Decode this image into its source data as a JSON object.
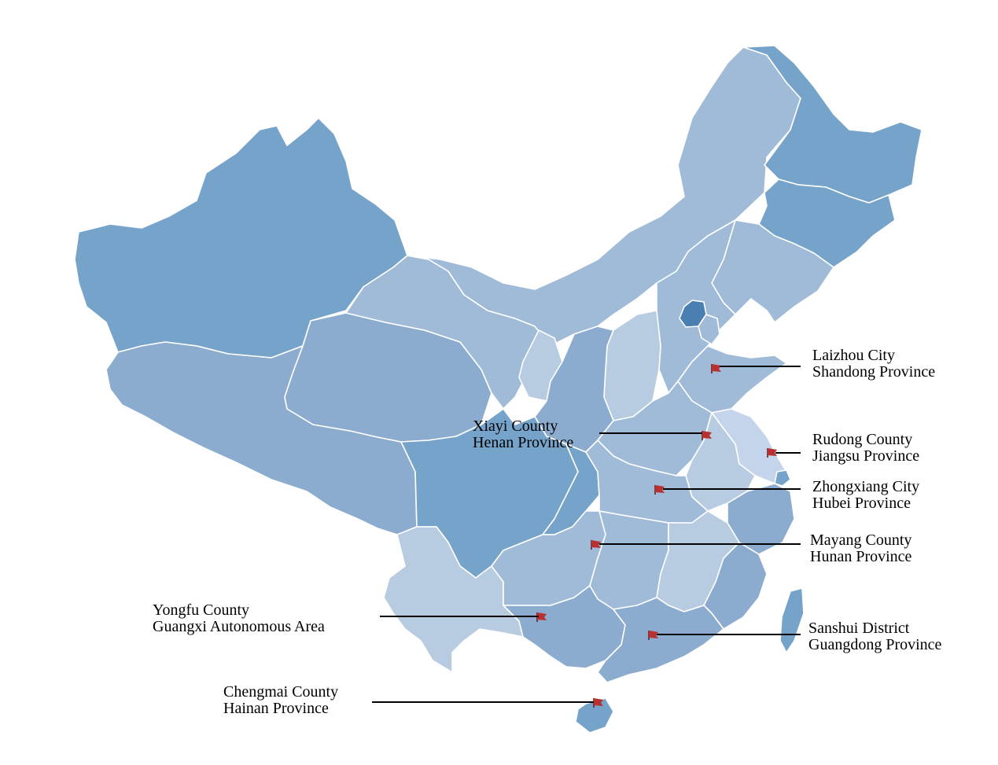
{
  "colors": {
    "deep": "#5b8fbf",
    "dark": "#76a3ca",
    "mid": "#8caccf",
    "light": "#9fbbd8",
    "pale": "#b7cbe1",
    "palest": "#c4d4ea",
    "beijing": "#4a7fb2",
    "flag": "#b83030",
    "leader": "#000000"
  },
  "map": {
    "regions": [
      {
        "name": "xinjiang",
        "shade": "dark"
      },
      {
        "name": "tibet",
        "shade": "mid"
      },
      {
        "name": "qinghai",
        "shade": "mid"
      },
      {
        "name": "gansu",
        "shade": "light"
      },
      {
        "name": "inner-mongolia",
        "shade": "light"
      },
      {
        "name": "heilongjiang",
        "shade": "dark"
      },
      {
        "name": "jilin",
        "shade": "dark"
      },
      {
        "name": "liaoning",
        "shade": "light"
      },
      {
        "name": "hebei",
        "shade": "light"
      },
      {
        "name": "beijing",
        "shade": "beijing"
      },
      {
        "name": "tianjin",
        "shade": "light"
      },
      {
        "name": "shandong",
        "shade": "light"
      },
      {
        "name": "shanxi",
        "shade": "pale"
      },
      {
        "name": "ningxia",
        "shade": "pale"
      },
      {
        "name": "shaanxi",
        "shade": "mid"
      },
      {
        "name": "henan",
        "shade": "light"
      },
      {
        "name": "jiangsu",
        "shade": "palest"
      },
      {
        "name": "anhui",
        "shade": "pale"
      },
      {
        "name": "shanghai",
        "shade": "dark"
      },
      {
        "name": "sichuan",
        "shade": "dark"
      },
      {
        "name": "chongqing",
        "shade": "dark"
      },
      {
        "name": "hubei",
        "shade": "light"
      },
      {
        "name": "zhejiang",
        "shade": "mid"
      },
      {
        "name": "yunnan",
        "shade": "pale"
      },
      {
        "name": "guizhou",
        "shade": "light"
      },
      {
        "name": "hunan",
        "shade": "light"
      },
      {
        "name": "jiangxi",
        "shade": "pale"
      },
      {
        "name": "fujian",
        "shade": "mid"
      },
      {
        "name": "guangxi",
        "shade": "mid"
      },
      {
        "name": "guangdong",
        "shade": "mid"
      },
      {
        "name": "hainan",
        "shade": "dark"
      },
      {
        "name": "taiwan",
        "shade": "dark"
      }
    ]
  },
  "locations": [
    {
      "name": "laizhou",
      "line1": "Laizhou City",
      "line2": "Shandong Province"
    },
    {
      "name": "xiayi",
      "line1": "Xiayi County",
      "line2": "Henan Province"
    },
    {
      "name": "rudong",
      "line1": "Rudong County",
      "line2": "Jiangsu Province"
    },
    {
      "name": "zhongxiang",
      "line1": "Zhongxiang City",
      "line2": "Hubei Province"
    },
    {
      "name": "mayang",
      "line1": "Mayang County",
      "line2": "Hunan Province"
    },
    {
      "name": "yongfu",
      "line1": "Yongfu County",
      "line2": "Guangxi Autonomous Area"
    },
    {
      "name": "sanshui",
      "line1": "Sanshui District",
      "line2": "Guangdong Province"
    },
    {
      "name": "chengmai",
      "line1": "Chengmai County",
      "line2": "Hainan Province"
    }
  ]
}
